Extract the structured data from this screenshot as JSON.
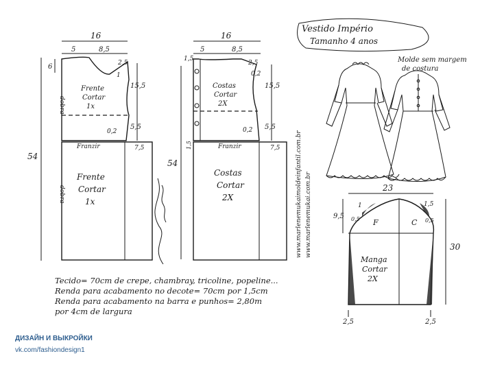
{
  "title": {
    "line1": "Vestido Império",
    "line2": "Tamanho 4 anos"
  },
  "note_mold": {
    "line1": "Molde sem margem",
    "line2": "de costura"
  },
  "front": {
    "width": "16",
    "sub_a": "5",
    "sub_b": "8,5",
    "top_right": "2,5",
    "left_drop": "6",
    "armhole": "15,5",
    "small": "1",
    "side": "5,5",
    "dart": "0,2",
    "length": "54",
    "bodice_label": [
      "Frente",
      "Cortar",
      "1x"
    ],
    "fold": "dobra",
    "gather": "Franzir",
    "skirt_ext": "7,5",
    "skirt_label": [
      "Frente",
      "Cortar",
      "1x"
    ]
  },
  "back": {
    "width": "16",
    "sub_a": "5",
    "sub_b": "8,5",
    "top_right": "2,5",
    "neck": "1,5",
    "ease": "0,2",
    "armhole": "15,5",
    "side": "5,5",
    "dart": "0,2",
    "length": "54",
    "placket": "1,5",
    "bodice_label": [
      "Costas",
      "Cortar",
      "2X"
    ],
    "gather": "Franzir",
    "skirt_ext": "7,5",
    "skirt_label": [
      "Costas",
      "Cortar",
      "2X"
    ]
  },
  "sleeve": {
    "width": "23",
    "cap": "9,5",
    "edge_left": "1",
    "edge_right": "1,5",
    "front_mark": "F",
    "back_mark": "C",
    "length": "30",
    "hem_left": "2,5",
    "hem_right": "2,5",
    "label": [
      "Manga",
      "Cortar",
      "2X"
    ],
    "scale_l": "0,5",
    "scale_r": "0,5"
  },
  "watermark": {
    "line1": "www.marlenemukaimoldeinfantil.com.br",
    "line2": "www.marlenemukai.com.br"
  },
  "notes": [
    "Tecido= 70cm de crepe, chambray, tricoline, popeline...",
    "Renda para acabamento no decote= 70cm por 1,5cm",
    "Renda para acabamento na barra e punhos= 2,80m",
    "por 4cm de largura"
  ],
  "brand": {
    "name": "ДИЗАЙН И ВЫКРОЙКИ",
    "url": "vk.com/fashiondesign1"
  },
  "colors": {
    "ink": "#1a1a1a",
    "brand": "#2d5d8e",
    "paper": "#ffffff"
  }
}
